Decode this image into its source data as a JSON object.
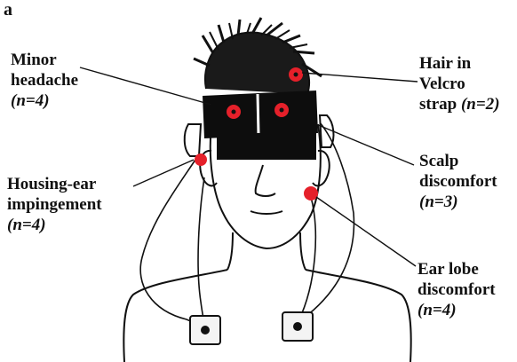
{
  "panel_letter": "a",
  "labels": {
    "minor_headache": {
      "line1": "Minor",
      "line2": "headache",
      "count": "(n=4)"
    },
    "housing_ear": {
      "line1": "Housing-ear",
      "line2": "impingement",
      "count": "(n=4)"
    },
    "hair_velcro": {
      "line1": "Hair in",
      "line2": "Velcro",
      "line3": "strap",
      "count": "(n=2)"
    },
    "scalp": {
      "line1": "Scalp",
      "line2": "discomfort",
      "count": "(n=3)"
    },
    "ear_lobe": {
      "line1": "Ear lobe",
      "line2": "discomfort",
      "count": "(n=4)"
    }
  },
  "colors": {
    "marker": "#e5202a",
    "ink": "#111111",
    "band": "#0d0d0d"
  }
}
